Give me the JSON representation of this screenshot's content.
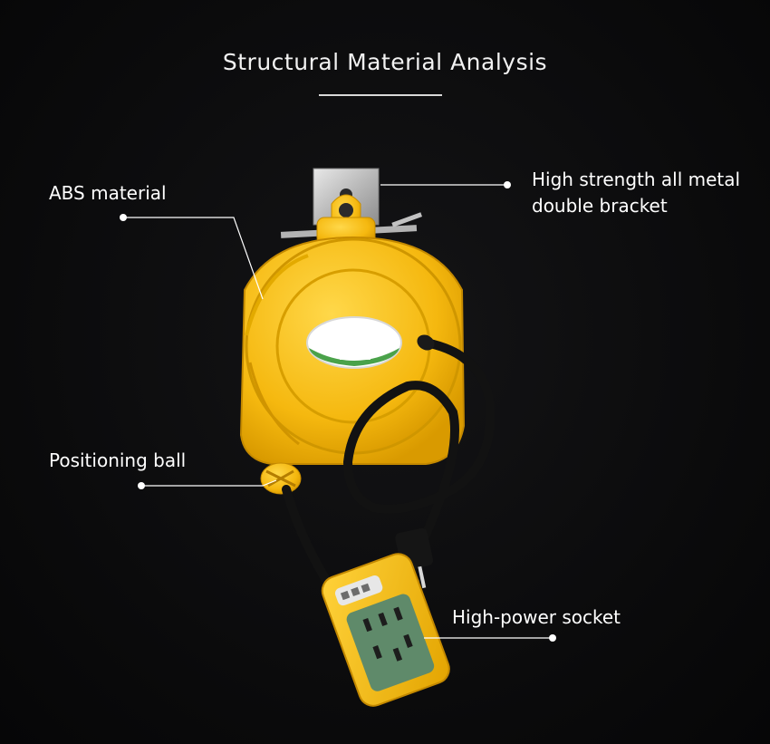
{
  "title": "Structural Material Analysis",
  "labels": {
    "abs_material": "ABS material",
    "bracket_line1": "High strength all metal",
    "bracket_line2": "double bracket",
    "positioning_ball": "Positioning ball",
    "socket": "High-power socket"
  },
  "colors": {
    "background": "#0b0b0c",
    "housing_yellow": "#f7c21c",
    "cable_black": "#111111",
    "socket_face": "#5f8a6a",
    "leader_line": "#ffffff"
  }
}
